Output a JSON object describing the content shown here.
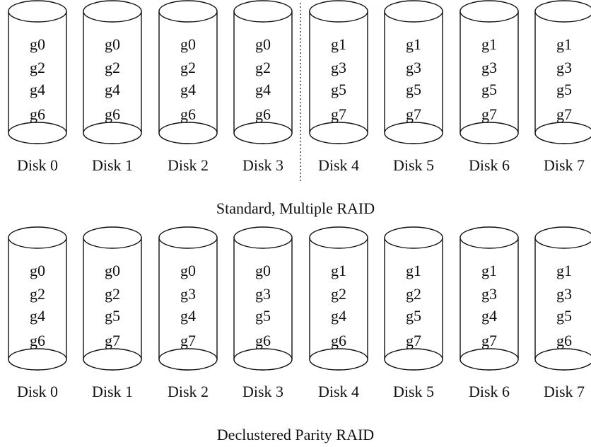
{
  "panels": [
    {
      "caption": "Standard, Multiple RAID",
      "disks": [
        {
          "label": "Disk 0",
          "groups": [
            "g0",
            "g2",
            "g4",
            "g6"
          ]
        },
        {
          "label": "Disk 1",
          "groups": [
            "g0",
            "g2",
            "g4",
            "g6"
          ]
        },
        {
          "label": "Disk 2",
          "groups": [
            "g0",
            "g2",
            "g4",
            "g6"
          ]
        },
        {
          "label": "Disk 3",
          "groups": [
            "g0",
            "g2",
            "g4",
            "g6"
          ]
        },
        {
          "label": "Disk 4",
          "groups": [
            "g1",
            "g3",
            "g5",
            "g7"
          ]
        },
        {
          "label": "Disk 5",
          "groups": [
            "g1",
            "g3",
            "g5",
            "g7"
          ]
        },
        {
          "label": "Disk 6",
          "groups": [
            "g1",
            "g3",
            "g5",
            "g7"
          ]
        },
        {
          "label": "Disk 7",
          "groups": [
            "g1",
            "g3",
            "g5",
            "g7"
          ]
        }
      ]
    },
    {
      "caption": "Declustered Parity RAID",
      "disks": [
        {
          "label": "Disk 0",
          "groups": [
            "g0",
            "g2",
            "g4",
            "g6"
          ]
        },
        {
          "label": "Disk 1",
          "groups": [
            "g0",
            "g2",
            "g5",
            "g7"
          ]
        },
        {
          "label": "Disk 2",
          "groups": [
            "g0",
            "g3",
            "g4",
            "g7"
          ]
        },
        {
          "label": "Disk 3",
          "groups": [
            "g0",
            "g3",
            "g5",
            "g6"
          ]
        },
        {
          "label": "Disk 4",
          "groups": [
            "g1",
            "g2",
            "g4",
            "g6"
          ]
        },
        {
          "label": "Disk 5",
          "groups": [
            "g1",
            "g2",
            "g5",
            "g7"
          ]
        },
        {
          "label": "Disk 6",
          "groups": [
            "g1",
            "g3",
            "g4",
            "g7"
          ]
        },
        {
          "label": "Disk 7",
          "groups": [
            "g1",
            "g3",
            "g5",
            "g6"
          ]
        }
      ]
    }
  ]
}
